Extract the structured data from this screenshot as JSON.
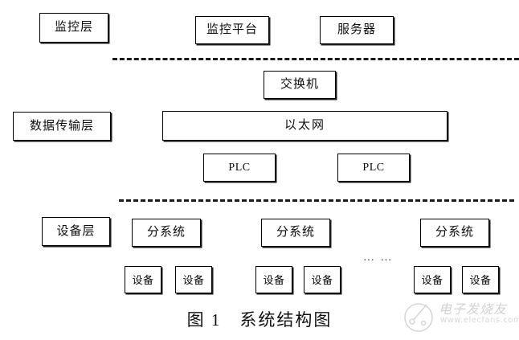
{
  "figure": {
    "caption": "图 1　系统结构图",
    "caption_label": "图 1",
    "caption_title": "系统结构图"
  },
  "layers": {
    "monitoring": {
      "label": "监控层"
    },
    "transmission": {
      "label": "数据传输层"
    },
    "device": {
      "label": "设备层"
    }
  },
  "nodes": {
    "monitoring_platform": "监控平台",
    "server": "服务器",
    "switch": "交换机",
    "ethernet": "以太网",
    "plc_1": "PLC",
    "plc_2": "PLC",
    "subsystem_1": "分系统",
    "subsystem_2": "分系统",
    "subsystem_3": "分系统",
    "equipment_1a": "设备",
    "equipment_1b": "设备",
    "equipment_2a": "设备",
    "equipment_2b": "设备",
    "equipment_3a": "设备",
    "equipment_3b": "设备"
  },
  "markers": {
    "ellipsis": "… …"
  },
  "watermark": {
    "brand": "电子发烧友",
    "url": "www.elecfans.com"
  },
  "colors": {
    "background": "#ffffff",
    "stroke": "#000000",
    "text": "#0d0d0d",
    "divider": "#1b1b1b",
    "watermark": "#9aa0a6"
  }
}
